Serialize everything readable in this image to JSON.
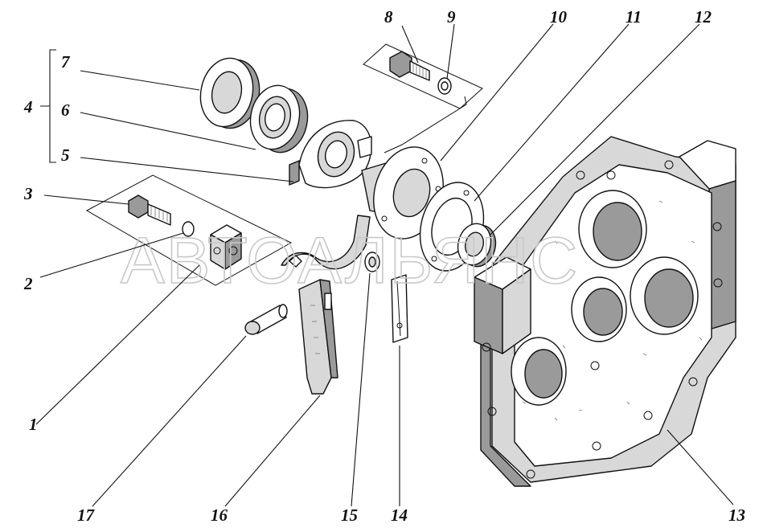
{
  "watermark": "АВТОАЛЬЯНС",
  "callouts": [
    "1",
    "2",
    "3",
    "4",
    "5",
    "6",
    "7",
    "8",
    "9",
    "10",
    "11",
    "12",
    "13",
    "14",
    "15",
    "16",
    "17"
  ]
}
